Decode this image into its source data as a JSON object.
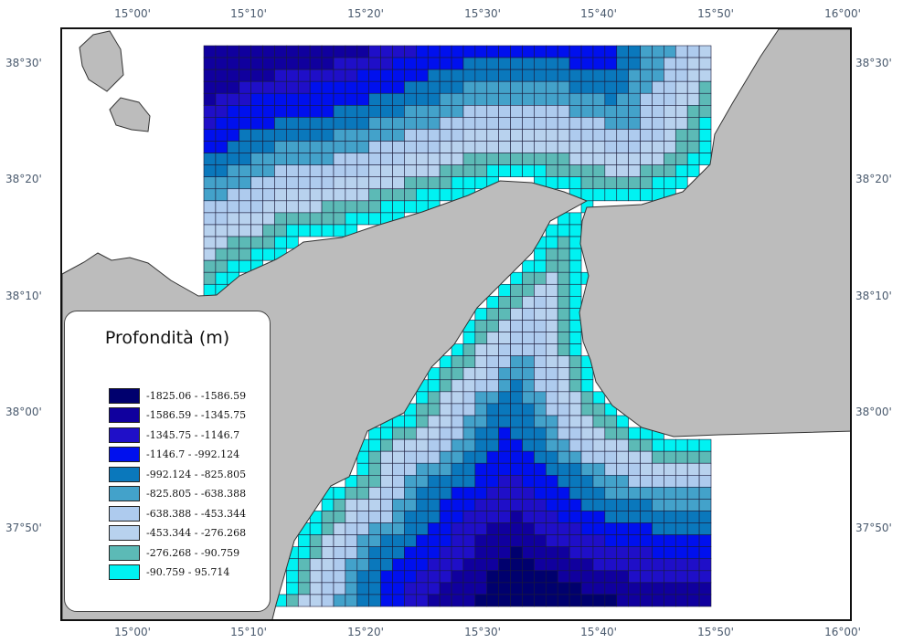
{
  "map": {
    "lon_ticks": [
      "15°00'",
      "15°10'",
      "15°20'",
      "15°30'",
      "15°40'",
      "15°50'",
      "16°00'"
    ],
    "lat_ticks": [
      "38°30'",
      "38°20'",
      "38°10'",
      "38°00'",
      "37°50'"
    ]
  },
  "legend": {
    "title": "Profondità (m)",
    "classes": [
      {
        "label": "-1825.06 - -1586.59",
        "color": "#00006e"
      },
      {
        "label": "-1586.59 - -1345.75",
        "color": "#10009e"
      },
      {
        "label": "-1345.75 - -1146.7",
        "color": "#1f0fc8"
      },
      {
        "label": "-1146.7 - -992.124",
        "color": "#0010ee"
      },
      {
        "label": "-992.124 - -825.805",
        "color": "#0a78bc"
      },
      {
        "label": "-825.805 - -638.388",
        "color": "#43a2ca"
      },
      {
        "label": "-638.388 - -453.344",
        "color": "#aecbee"
      },
      {
        "label": "-453.344 - -276.268",
        "color": "#b8d2ee"
      },
      {
        "label": "-276.268 - -90.759",
        "color": "#5cbab6"
      },
      {
        "label": "-90.759 - 95.714",
        "color": "#00f2f2"
      }
    ],
    "land_color": "#bcbcbc"
  }
}
